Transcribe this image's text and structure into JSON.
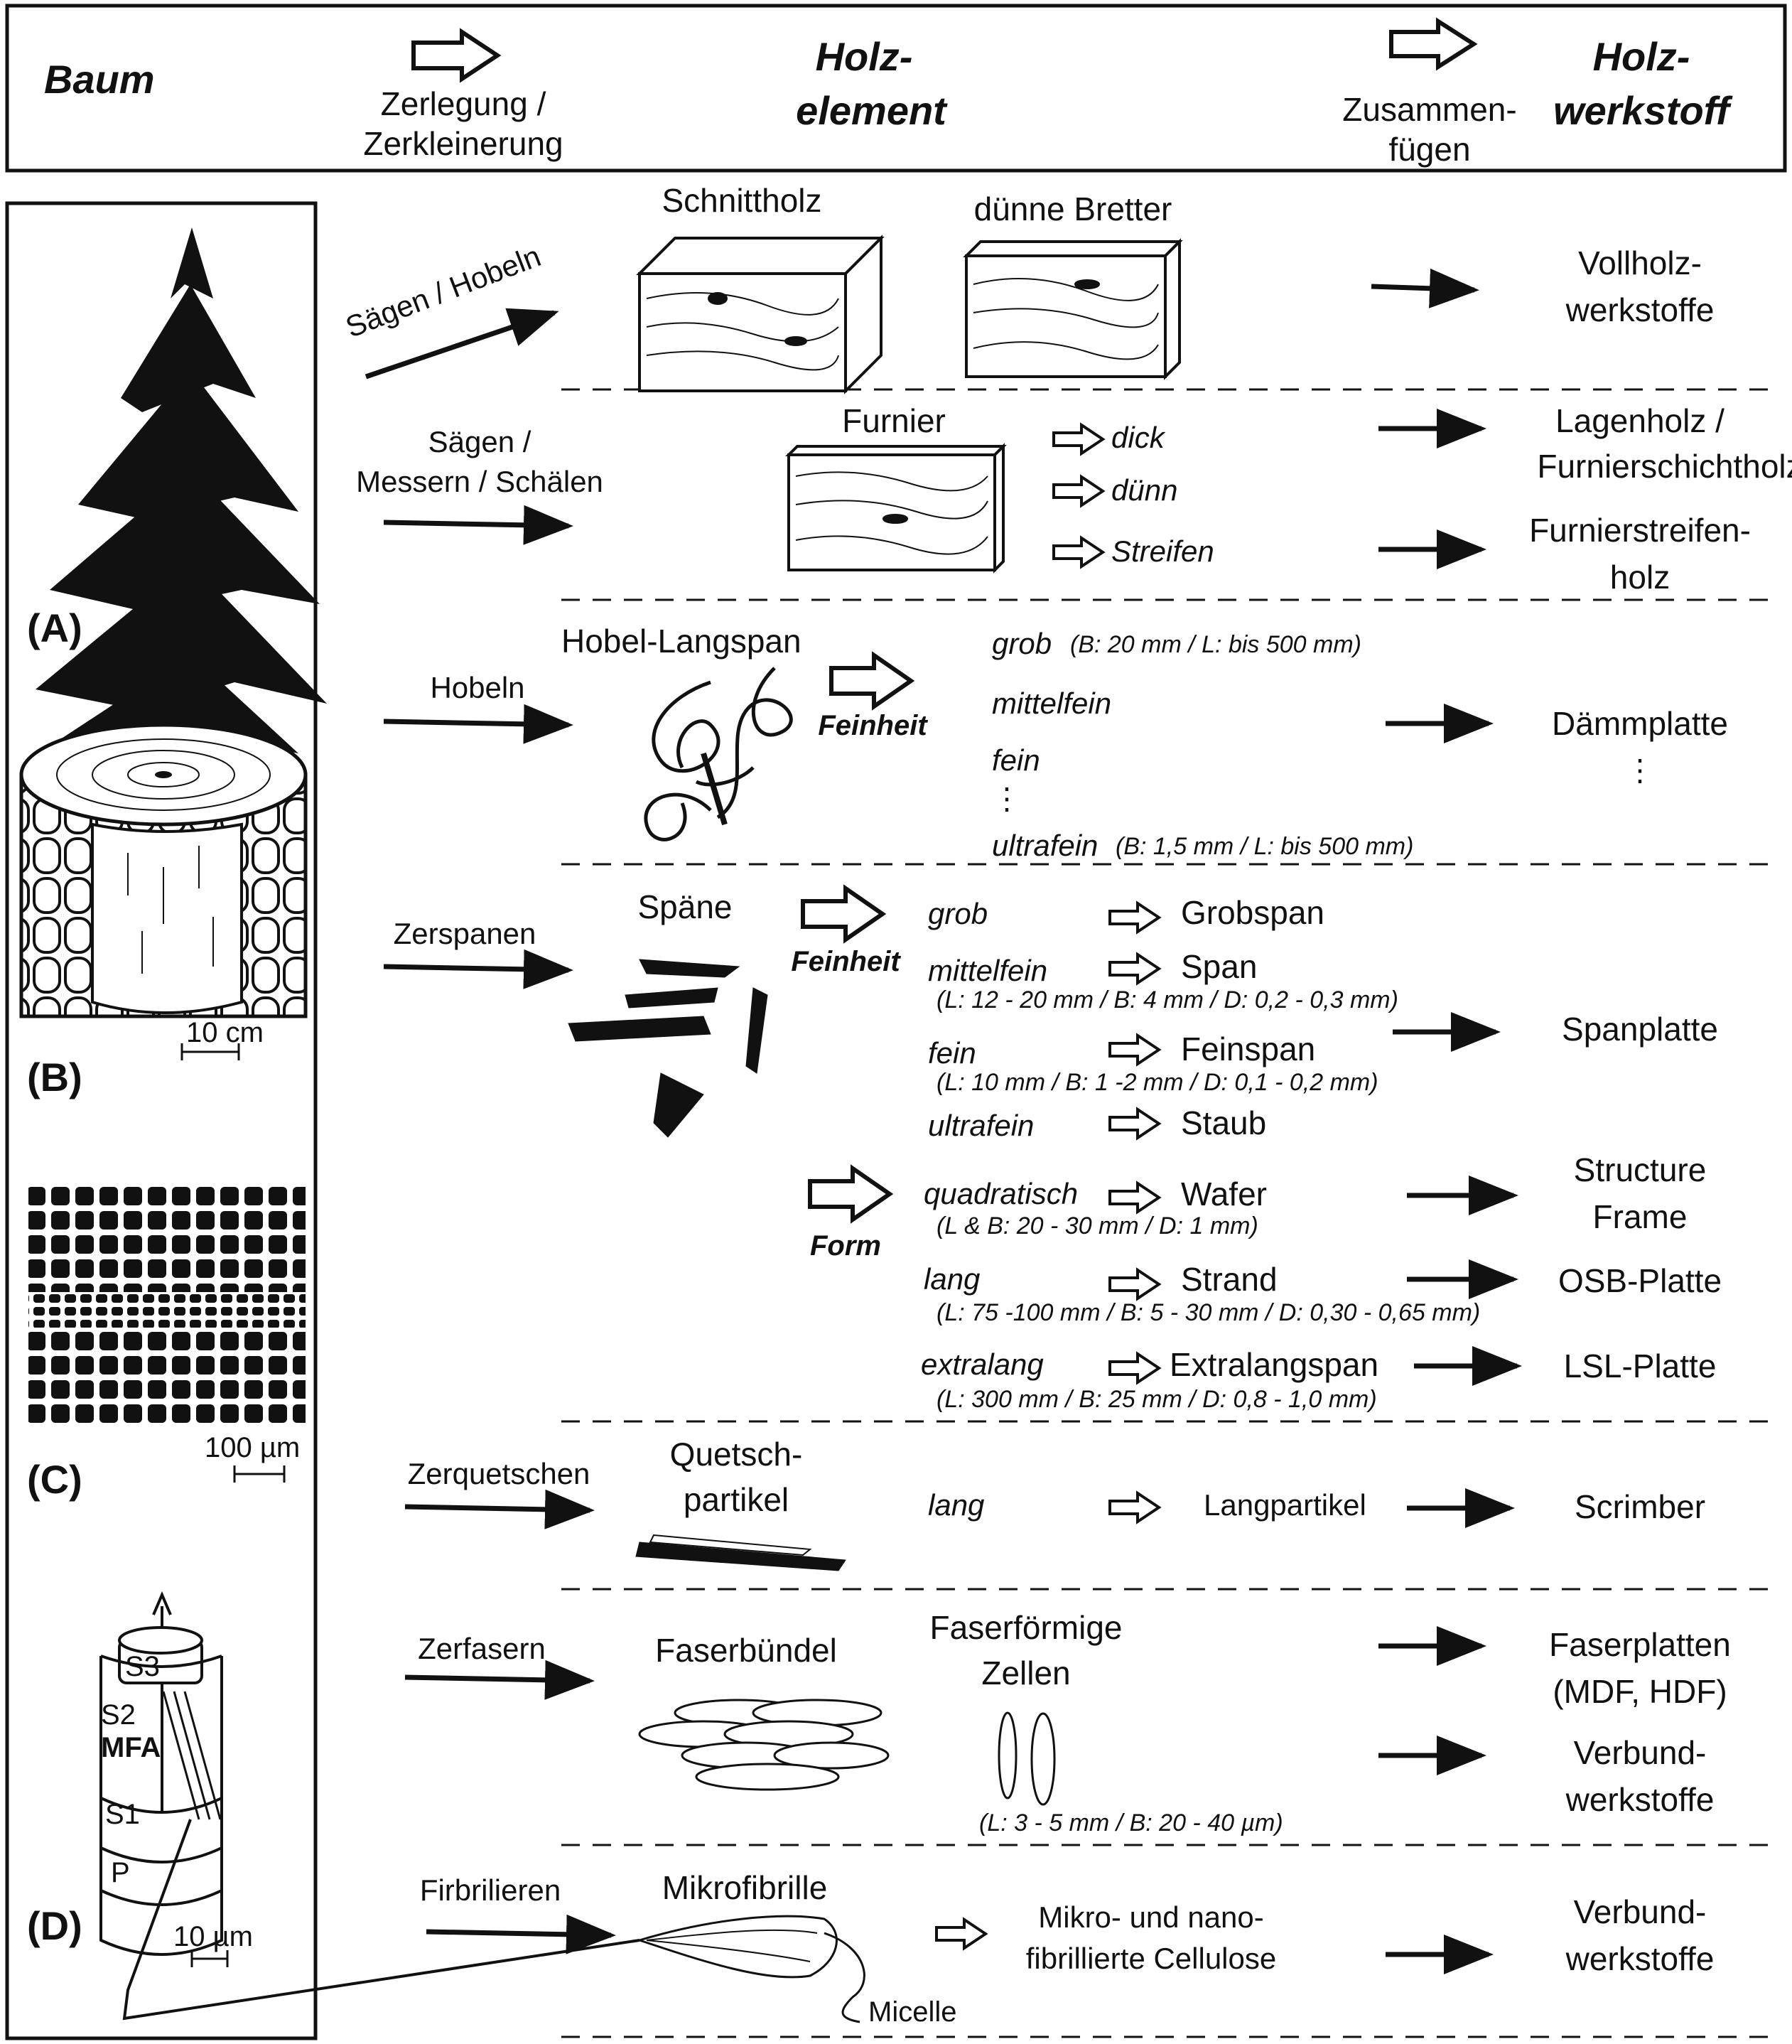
{
  "header": {
    "baum": "Baum",
    "zerlegung": [
      "Zerlegung /",
      "Zerkleinerung"
    ],
    "holzelement": [
      "Holz-",
      "element"
    ],
    "zusammen": [
      "Zusammen-",
      "fügen"
    ],
    "holzwerkstoff": [
      "Holz-",
      "werkstoff"
    ]
  },
  "left_panel": {
    "labels": [
      "(A)",
      "(B)",
      "(C)",
      "(D)"
    ],
    "scale_b": "10 cm",
    "scale_c": "100 µm",
    "scale_d": "10 µm",
    "cell_layers": [
      "S3",
      "S2",
      "MFA",
      "S1",
      "P"
    ]
  },
  "rows": {
    "r1": {
      "process": "Sägen / Hobeln",
      "el1": "Schnittholz",
      "el2": "dünne Bretter",
      "product": [
        "Vollholz-",
        "werkstoffe"
      ]
    },
    "r2": {
      "process": [
        "Sägen /",
        "Messern / Schälen"
      ],
      "element": "Furnier",
      "variants": [
        "dick",
        "dünn",
        "Streifen"
      ],
      "product1": [
        "Lagenholz /",
        "Furnierschichtholz"
      ],
      "product2": [
        "Furnierstreifen-",
        "holz"
      ]
    },
    "r3": {
      "process": "Hobeln",
      "element": "Hobel-Langspan",
      "criterion": "Feinheit",
      "grob": "grob",
      "grob_dim": "(B: 20 mm / L: bis 500 mm)",
      "mittelfein": "mittelfein",
      "fein": "fein",
      "dots": "⋮",
      "ultrafein": "ultrafein",
      "ultrafein_dim": "(B: 1,5 mm / L: bis 500 mm)",
      "product": "Dämmplatte",
      "product_dots": "⋮"
    },
    "r4": {
      "process": "Zerspanen",
      "element": "Späne",
      "criterion1": "Feinheit",
      "criterion2": "Form",
      "grob": "grob",
      "grobspan": "Grobspan",
      "mittelfein": "mittelfein",
      "span": "Span",
      "span_dim": "(L: 12 - 20 mm / B: 4 mm / D: 0,2 - 0,3 mm)",
      "fein": "fein",
      "feinspan": "Feinspan",
      "feinspan_dim": "(L: 10 mm / B: 1 -2  mm / D: 0,1 - 0,2 mm)",
      "ultrafein": "ultrafein",
      "staub": "Staub",
      "product_span": "Spanplatte",
      "quadratisch": "quadratisch",
      "wafer": "Wafer",
      "wafer_dim": "(L & B: 20 - 30  mm / D: 1 mm)",
      "product_wafer": [
        "Structure",
        "Frame"
      ],
      "lang": "lang",
      "strand": "Strand",
      "strand_dim": "(L: 75 -100 mm / B:  5 - 30  mm / D: 0,30 - 0,65 mm)",
      "product_strand": "OSB-Platte",
      "extralang": "extralang",
      "extralangspan": "Extralangspan",
      "extralang_dim": "(L: 300 mm / B:  25  mm / D: 0,8 - 1,0 mm)",
      "product_extra": "LSL-Platte"
    },
    "r5": {
      "process": "Zerquetschen",
      "element": [
        "Quetsch-",
        "partikel"
      ],
      "variant": "lang",
      "result": "Langpartikel",
      "product": "Scrimber"
    },
    "r6": {
      "process": "Zerfasern",
      "el1": "Faserbündel",
      "el2": [
        "Faserförmige",
        "Zellen"
      ],
      "dim": "(L: 3 - 5 mm / B: 20 - 40 µm)",
      "product1": [
        "Faserplatten",
        "(MDF, HDF)"
      ],
      "product2": [
        "Verbund-",
        "werkstoffe"
      ]
    },
    "r7": {
      "process": "Firbrilieren",
      "element": "Mikrofibrille",
      "micelle": "Micelle",
      "result": [
        "Mikro- und nano-",
        "fibrillierte Cellulose"
      ],
      "product": [
        "Verbund-",
        "werkstoffe"
      ]
    }
  }
}
